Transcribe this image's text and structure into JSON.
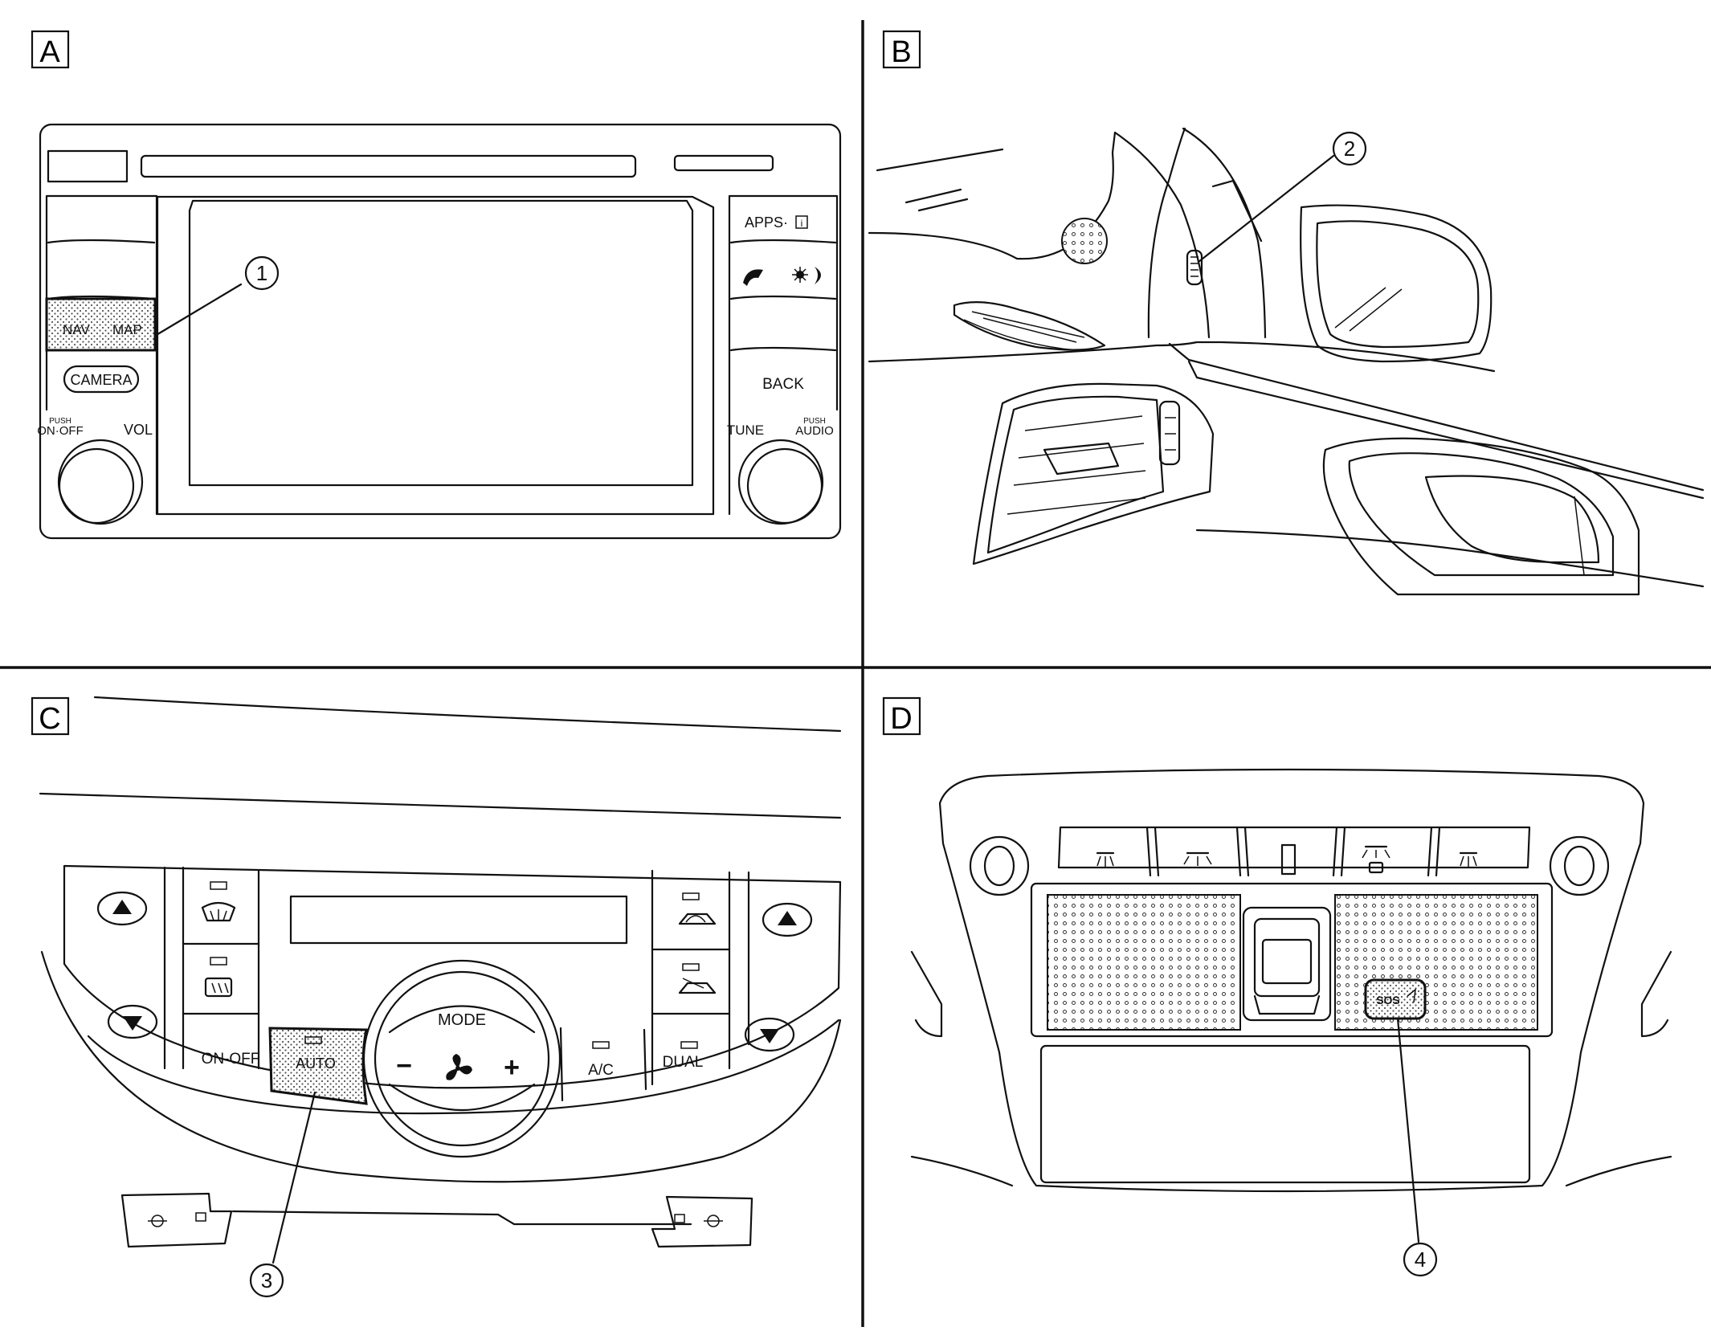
{
  "panels": {
    "a": {
      "letter": "A",
      "buttons": {
        "apps": "APPS·",
        "nav": "NAV",
        "map": "MAP",
        "camera": "CAMERA",
        "back": "BACK",
        "push_left": "PUSH",
        "on_off": "ON·OFF",
        "vol": "VOL",
        "tune": "TUNE",
        "push_right": "PUSH",
        "audio": "AUDIO"
      },
      "callout": "1"
    },
    "b": {
      "letter": "B",
      "callout": "2"
    },
    "c": {
      "letter": "C",
      "buttons": {
        "on_off": "ON-OFF",
        "auto": "AUTO",
        "mode": "MODE",
        "minus": "−",
        "plus": "+",
        "ac": "A/C",
        "dual": "DUAL"
      },
      "callout": "3"
    },
    "d": {
      "letter": "D",
      "sos": "SOS",
      "callout": "4"
    }
  },
  "icons": {
    "apps_info": "info-icon",
    "phone": "phone-icon",
    "day_night": "day-night-icon",
    "front_defrost": "front-defrost-icon",
    "rear_defrost": "rear-defrost-icon",
    "recirculation": "recirculation-icon",
    "fresh_air": "fresh-air-icon",
    "fan": "fan-icon",
    "map_lamp": "map-lamp-icon",
    "room_lamp": "room-lamp-icon",
    "door_lamp": "door-lamp-icon"
  }
}
